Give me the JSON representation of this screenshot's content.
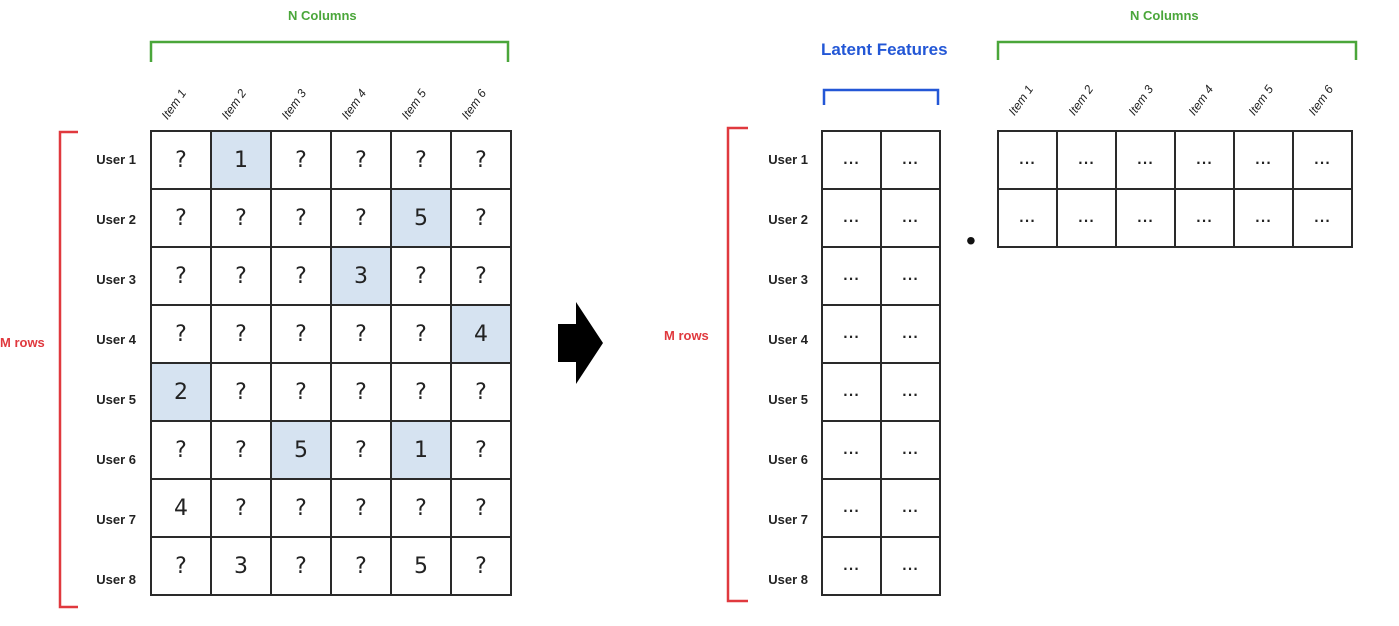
{
  "left": {
    "columns_label": "N Columns",
    "rows_label": "M rows",
    "items": [
      "Item 1",
      "Item 2",
      "Item 3",
      "Item 4",
      "Item 5",
      "Item 6"
    ],
    "users": [
      "User 1",
      "User 2",
      "User 3",
      "User 4",
      "User 5",
      "User 6",
      "User 7",
      "User 8"
    ],
    "ratings": [
      [
        "?",
        "1",
        "?",
        "?",
        "?",
        "?"
      ],
      [
        "?",
        "?",
        "?",
        "?",
        "5",
        "?"
      ],
      [
        "?",
        "?",
        "?",
        "3",
        "?",
        "?"
      ],
      [
        "?",
        "?",
        "?",
        "?",
        "?",
        "4"
      ],
      [
        "2",
        "?",
        "?",
        "?",
        "?",
        "?"
      ],
      [
        "?",
        "?",
        "5",
        "?",
        "1",
        "?"
      ],
      [
        "4",
        "?",
        "?",
        "?",
        "?",
        "?"
      ],
      [
        "?",
        "3",
        "?",
        "?",
        "5",
        "?"
      ]
    ],
    "highlighted": [
      [
        0,
        1
      ],
      [
        1,
        4
      ],
      [
        2,
        3
      ],
      [
        3,
        5
      ],
      [
        4,
        0
      ],
      [
        5,
        2
      ],
      [
        5,
        4
      ]
    ]
  },
  "right": {
    "latent_label": "Latent Features",
    "columns_label": "N Columns",
    "rows_label": "M rows",
    "items": [
      "Item 1",
      "Item 2",
      "Item 3",
      "Item 4",
      "Item 5",
      "Item 6"
    ],
    "users": [
      "User 1",
      "User 2",
      "User 3",
      "User 4",
      "User 5",
      "User 6",
      "User 7",
      "User 8"
    ],
    "cell_text": "...",
    "dot_symbol": "•"
  },
  "colors": {
    "brace_columns": "#4aa63a",
    "brace_rows": "#e0393e",
    "brace_latent": "#2357d6",
    "highlight": "#d6e3f1"
  }
}
